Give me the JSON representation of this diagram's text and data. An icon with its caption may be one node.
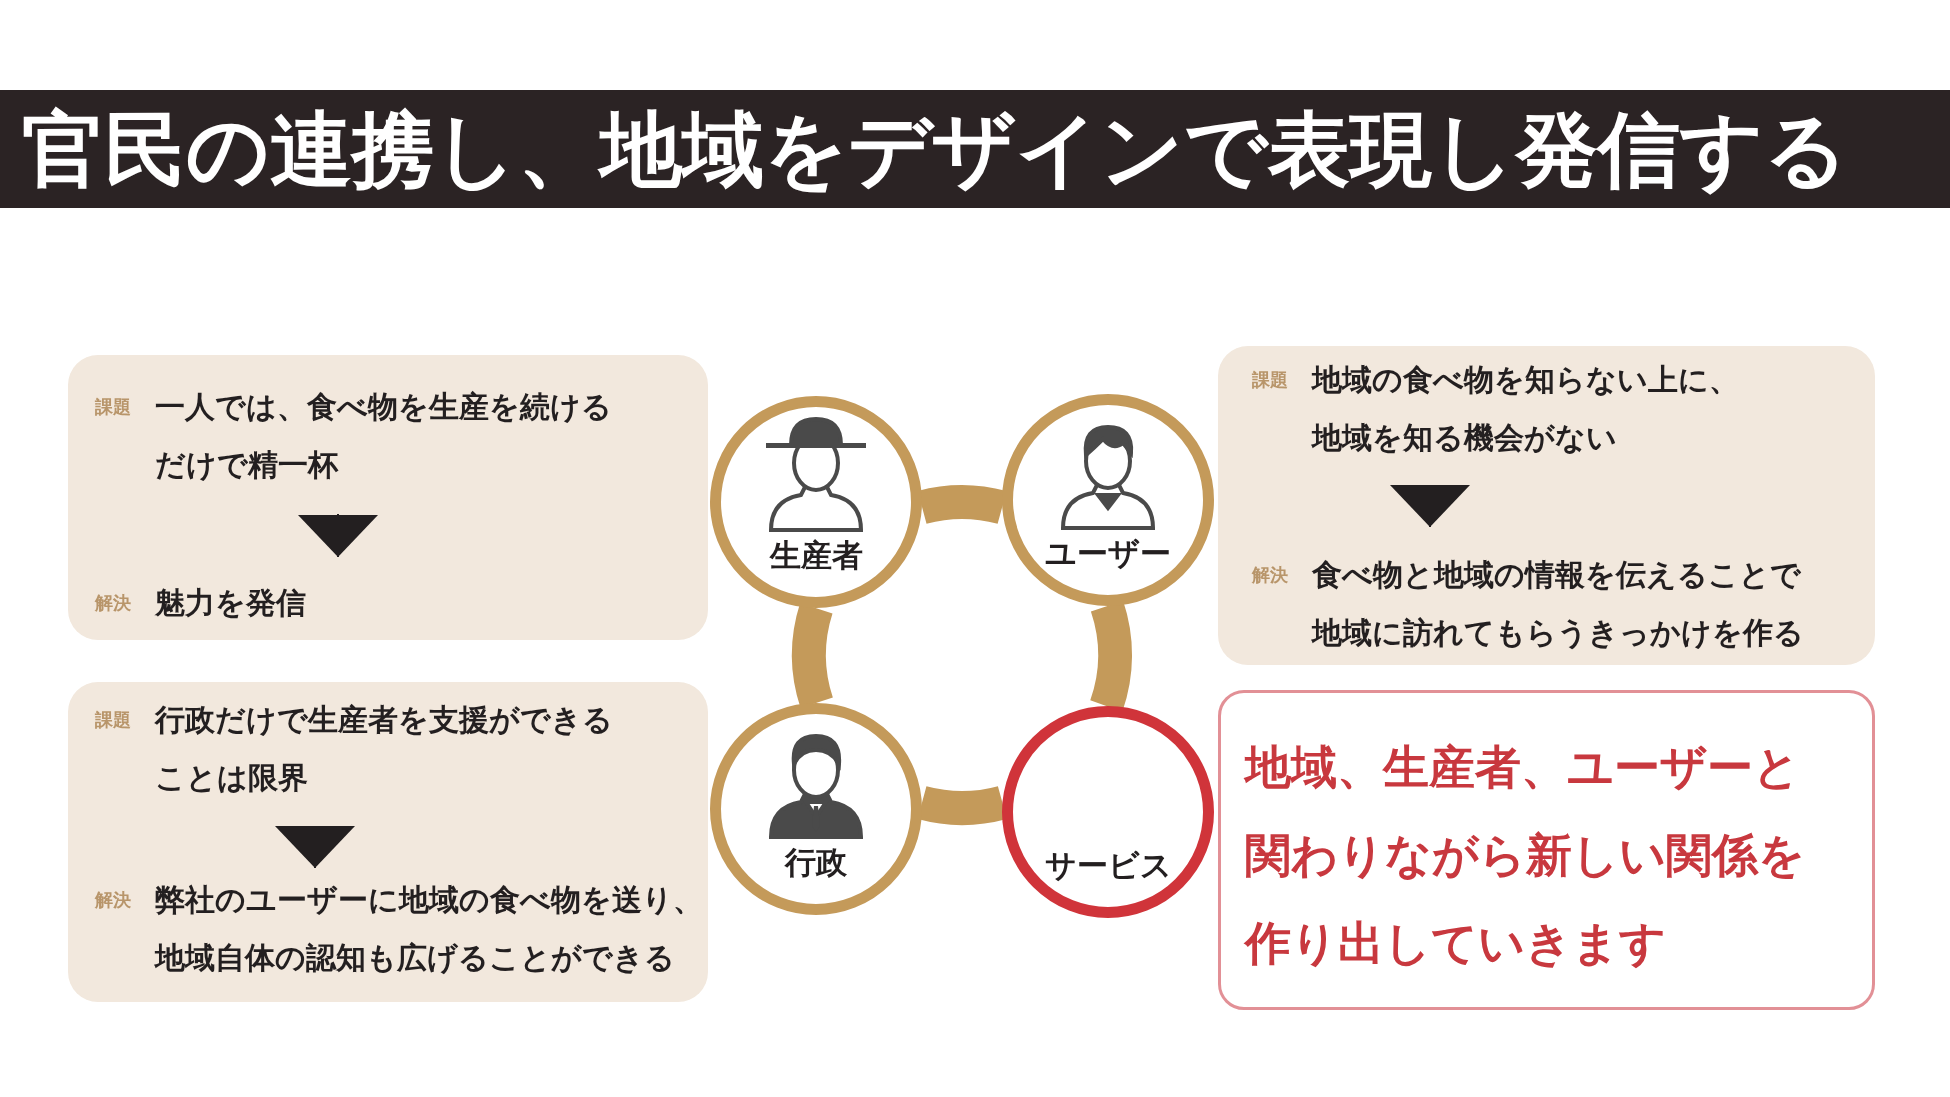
{
  "diagram": {
    "title": "官民の連携し、地域をデザインで表現し発信する",
    "nodes": [
      {
        "text": [],
        "shape": "box"
      },
      {
        "text": [
          "課題",
          "一人では、食べ物を生産を続けるだけで精一杯"
        ],
        "in": 0
      },
      {
        "text": [
          "解決",
          "魅力を発信"
        ],
        "in": 0
      },
      {
        "text": [],
        "shape": "box"
      },
      {
        "text": [
          "課題",
          "行政だけで生産者を支援ができることは限界"
        ],
        "in": 3
      },
      {
        "text": [
          "解決",
          "弊社のユーザーに地域の食べ物を送り、地域自体の認知も広げることができる"
        ],
        "in": 3
      },
      {
        "text": [],
        "shape": "box"
      },
      {
        "text": [
          "課題",
          "地域の食べ物を知らない上に、地域を知る機会がない"
        ],
        "in": 6
      },
      {
        "text": [
          "解決",
          "食べ物と地域の情報を伝えることで地域に訪れてもらうきっかけを作る"
        ],
        "in": 6
      },
      {
        "text": [
          "生産者"
        ]
      },
      {
        "text": [
          "ユーザー"
        ]
      },
      {
        "text": [
          "行政"
        ]
      },
      {
        "text": [
          "サービス"
        ]
      },
      {
        "text": [
          "地域、生産者、ユーザーと関わりながら新しい関係を作り出していきます"
        ]
      }
    ],
    "edges": [
      {
        "from": 1,
        "to": 2,
        "arrow": "to",
        "color": "#231f20"
      },
      {
        "from": 4,
        "to": 5,
        "arrow": "to",
        "color": "#231f20"
      },
      {
        "from": 7,
        "to": 8,
        "arrow": "to",
        "color": "#231f20"
      },
      {
        "from": 9,
        "to": 10,
        "arrow": "none"
      },
      {
        "from": 9,
        "to": 11,
        "arrow": "none"
      },
      {
        "from": 11,
        "to": 12,
        "arrow": "none"
      },
      {
        "from": 10,
        "to": 12,
        "arrow": "none"
      }
    ]
  }
}
